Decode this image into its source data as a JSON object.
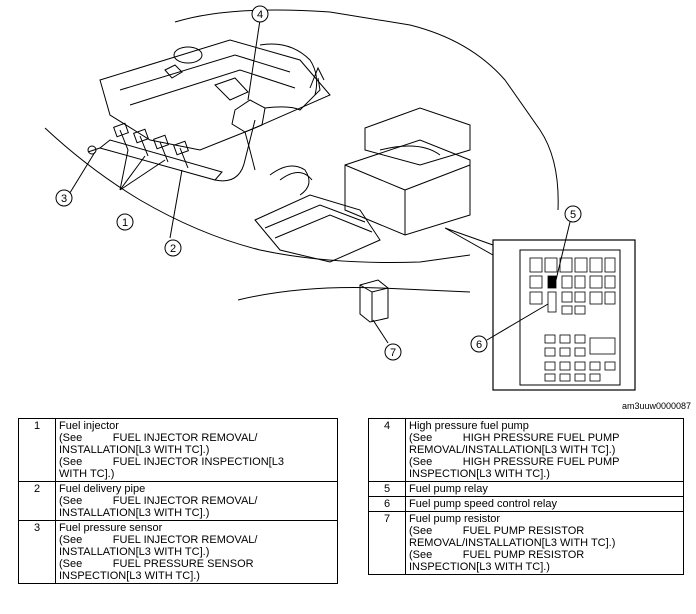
{
  "figure_id": "am3uuw0000087",
  "callouts": [
    "1",
    "2",
    "3",
    "4",
    "5",
    "6",
    "7"
  ],
  "legend_left": [
    {
      "num": "1",
      "title": "Fuel injector",
      "refs": [
        "(See          FUEL INJECTOR REMOVAL/\nINSTALLATION[L3 WITH TC].)",
        "(See          FUEL INJECTOR INSPECTION[L3\nWITH TC].)"
      ]
    },
    {
      "num": "2",
      "title": "Fuel delivery pipe",
      "refs": [
        "(See          FUEL INJECTOR REMOVAL/\nINSTALLATION[L3 WITH TC].)"
      ]
    },
    {
      "num": "3",
      "title": "Fuel pressure sensor",
      "refs": [
        "(See          FUEL INJECTOR REMOVAL/\nINSTALLATION[L3 WITH TC].)",
        "(See          FUEL PRESSURE SENSOR\nINSPECTION[L3 WITH TC].)"
      ]
    }
  ],
  "legend_right": [
    {
      "num": "4",
      "title": "High pressure fuel pump",
      "refs": [
        "(See          HIGH PRESSURE FUEL PUMP\nREMOVAL/INSTALLATION[L3 WITH TC].)",
        "(See          HIGH PRESSURE FUEL PUMP\nINSPECTION[L3 WITH TC].)"
      ]
    },
    {
      "num": "5",
      "title": "Fuel pump relay",
      "refs": []
    },
    {
      "num": "6",
      "title": "Fuel pump speed control relay",
      "refs": []
    },
    {
      "num": "7",
      "title": "Fuel pump resistor",
      "refs": [
        "(See          FUEL PUMP RESISTOR\nREMOVAL/INSTALLATION[L3 WITH TC].)",
        "(See          FUEL PUMP RESISTOR\nINSPECTION[L3 WITH TC].)"
      ]
    }
  ]
}
